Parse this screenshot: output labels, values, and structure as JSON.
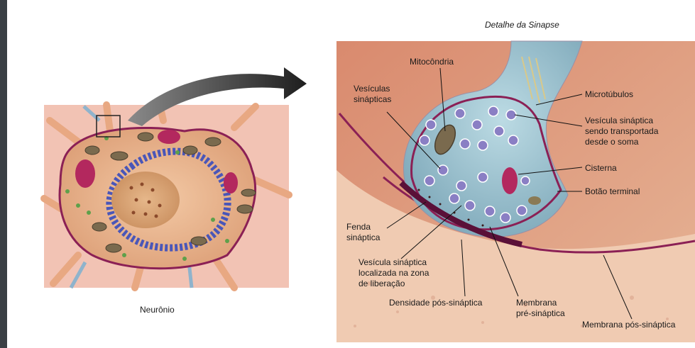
{
  "left_panel": {
    "caption": "Neurônio"
  },
  "right_panel": {
    "title": "Detalhe da Sinapse",
    "labels": {
      "mitocondria": "Mitocôndria",
      "vesiculas_l1": "Vesículas",
      "vesiculas_l2": "sinápticas",
      "microtubulos": "Microtúbulos",
      "vt_l1": "Vesícula sináptica",
      "vt_l2": "sendo transportada",
      "vt_l3": "desde o soma",
      "cisterna": "Cisterna",
      "botao": "Botão terminal",
      "fenda_l1": "Fenda",
      "fenda_l2": "sináptica",
      "vz_l1": "Vesícula sináptica",
      "vz_l2": "localizada na zona",
      "vz_l3": "de liberação",
      "densidade": "Densidade pós-sináptica",
      "mpre_l1": "Membrana",
      "mpre_l2": "pré-sináptica",
      "mpos": "Membrana pós-sináptica"
    }
  },
  "colors": {
    "cytoplasm": "#e8b590",
    "membrane": "#8b2055",
    "terminal": "#9fc3cf",
    "nucleus_chromatin": "#4a56b8",
    "mitochondria": "#7a6a4e",
    "arrow": "#2a2a2a"
  }
}
